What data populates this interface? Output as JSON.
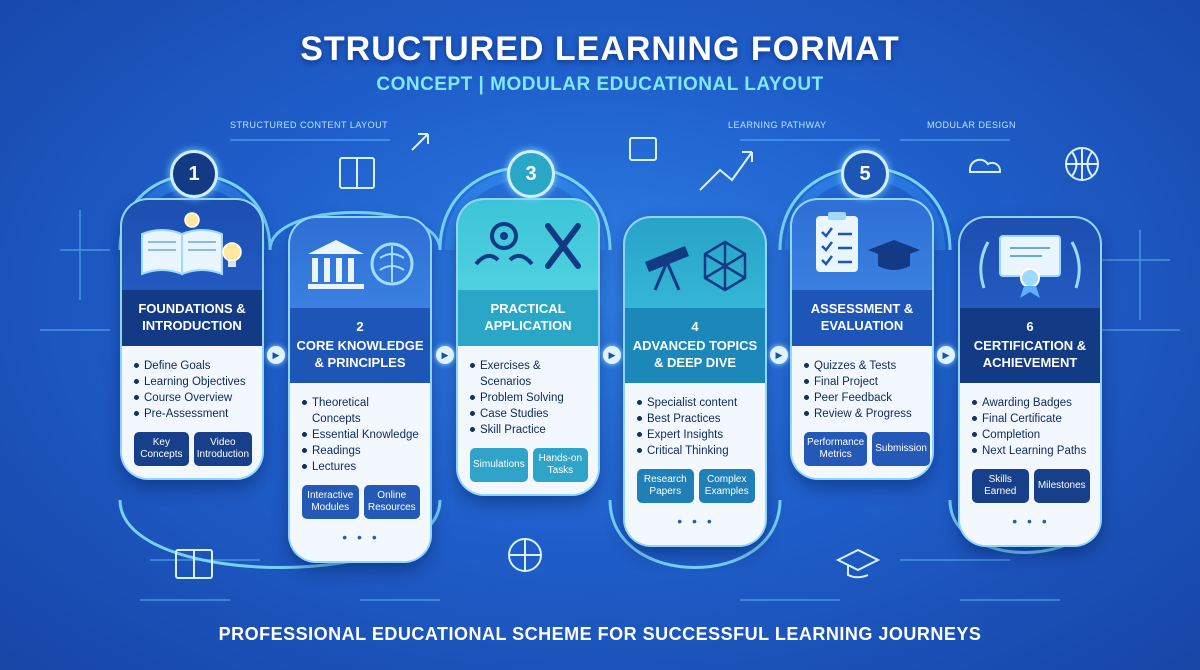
{
  "title": "STRUCTURED LEARNING FORMAT",
  "subtitle": "CONCEPT | MODULAR EDUCATIONAL LAYOUT",
  "tags": {
    "structured": "STRUCTURED CONTENT LAYOUT",
    "pathway": "LEARNING PATHWAY",
    "modular": "MODULAR DESIGN"
  },
  "footer": "PROFESSIONAL EDUCATIONAL SCHEME FOR SUCCESSFUL LEARNING JOURNEYS",
  "badges": [
    "1",
    "3",
    "5"
  ],
  "cards": [
    {
      "num": "",
      "title": "FOUNDATIONS & INTRODUCTION",
      "items": [
        "Define Goals",
        "Learning Objectives",
        "Course Overview",
        "Pre-Assessment"
      ],
      "buttons": [
        "Key Concepts",
        "Video Introduction"
      ],
      "icons": [
        "book-icon",
        "lightbulb-icon"
      ]
    },
    {
      "num": "2",
      "title": "CORE KNOWLEDGE & PRINCIPLES",
      "items": [
        "Theoretical Concepts",
        "Essential Knowledge",
        "Readings",
        "Lectures"
      ],
      "buttons": [
        "Interactive Modules",
        "Online Resources"
      ],
      "icons": [
        "building-icon",
        "brain-icon"
      ]
    },
    {
      "num": "",
      "title": "PRACTICAL APPLICATION",
      "items": [
        "Exercises & Scenarios",
        "Problem Solving",
        "Case Studies",
        "Skill Practice"
      ],
      "buttons": [
        "Simulations",
        "Hands-on Tasks"
      ],
      "icons": [
        "gear-hands-icon",
        "tools-icon"
      ]
    },
    {
      "num": "4",
      "title": "ADVANCED TOPICS & DEEP DIVE",
      "items": [
        "Specialist content",
        "Best Practices",
        "Expert Insights",
        "Critical Thinking"
      ],
      "buttons": [
        "Research Papers",
        "Complex Examples"
      ],
      "icons": [
        "telescope-icon",
        "network-icon"
      ]
    },
    {
      "num": "",
      "title": "ASSESSMENT & EVALUATION",
      "items": [
        "Quizzes & Tests",
        "Final Project",
        "Peer Feedback",
        "Review & Progress"
      ],
      "buttons": [
        "Performance Metrics",
        "Submission"
      ],
      "icons": [
        "checklist-icon",
        "graduation-cap-icon"
      ]
    },
    {
      "num": "6",
      "title": "CERTIFICATION & ACHIEVEMENT",
      "items": [
        "Awarding Badges",
        "Final Certificate",
        "Completion",
        "Next Learning Paths"
      ],
      "buttons": [
        "Skills Earned",
        "Milestones"
      ],
      "icons": [
        "certificate-icon",
        "laurel-icon"
      ]
    }
  ],
  "dots": "• • •",
  "colors": {
    "background": "#1f5fcb",
    "accent": "#7fe9ff",
    "dark_blue": "#123a85",
    "teal": "#2aa7c7"
  }
}
